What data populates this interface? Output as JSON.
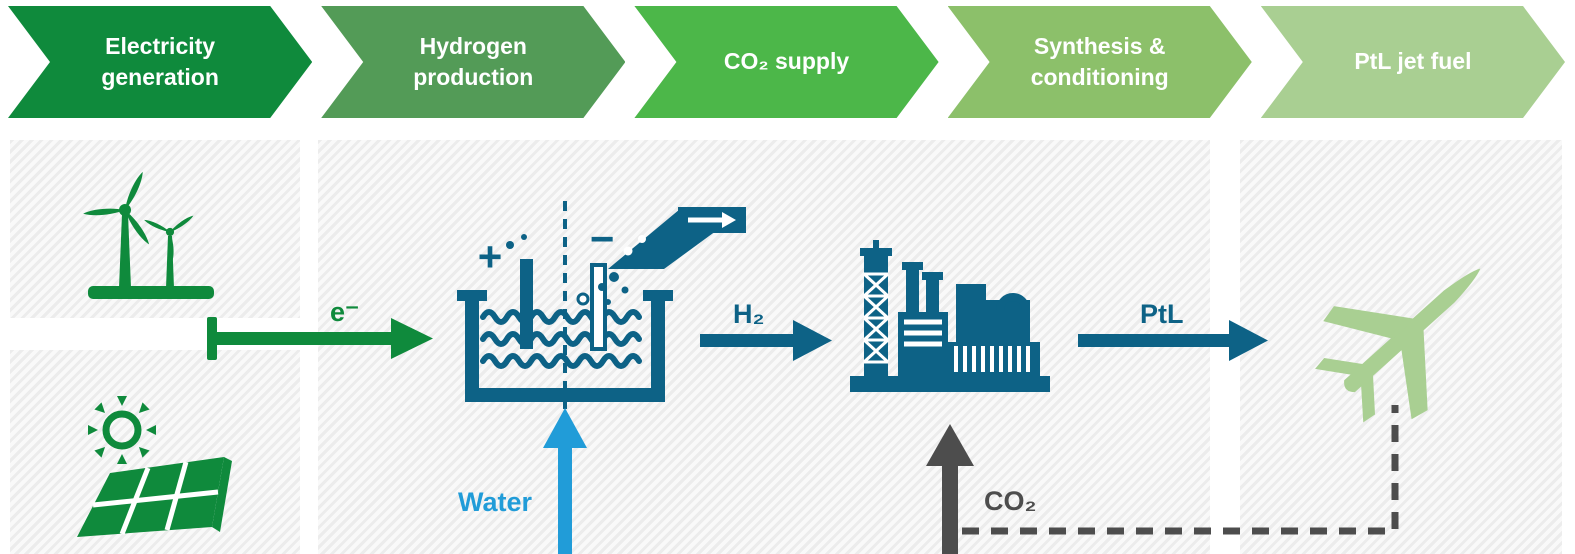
{
  "banner": {
    "steps": [
      {
        "label": "Electricity generation",
        "color": "#0f8a3c"
      },
      {
        "label": "Hydrogen production",
        "color": "#539b57"
      },
      {
        "label": "CO₂ supply",
        "color": "#4cb749"
      },
      {
        "label": "Synthesis & conditioning",
        "color": "#8cc06a"
      },
      {
        "label": "PtL jet fuel",
        "color": "#a9cf92"
      }
    ]
  },
  "flow": {
    "electron_label": "e⁻",
    "electron_color": "#0f8a3c",
    "water_label": "Water",
    "water_color": "#219cd8",
    "h2_label": "H₂",
    "h2_color": "#0d6286",
    "co2_label": "CO₂",
    "co2_color": "#4d4d4d",
    "ptl_label": "PtL",
    "ptl_color": "#0d6286"
  },
  "electrolysis": {
    "plus_sign": "+",
    "minus_sign": "−"
  },
  "icons": {
    "wind_turbines": "wind-turbines-icon",
    "solar_panel": "solar-panel-icon",
    "electrolysis_cell": "electrolysis-cell-icon",
    "refinery": "refinery-icon",
    "airplane": "airplane-icon"
  },
  "colors": {
    "dark_green": "#0f8a3c",
    "medium_green": "#539b57",
    "bright_green": "#4cb749",
    "light_green": "#8cc06a",
    "pale_green": "#a9cf92",
    "teal_blue": "#0d6286",
    "water_blue": "#219cd8",
    "dark_gray": "#4d4d4d",
    "hatch_gray": "#ececec"
  }
}
